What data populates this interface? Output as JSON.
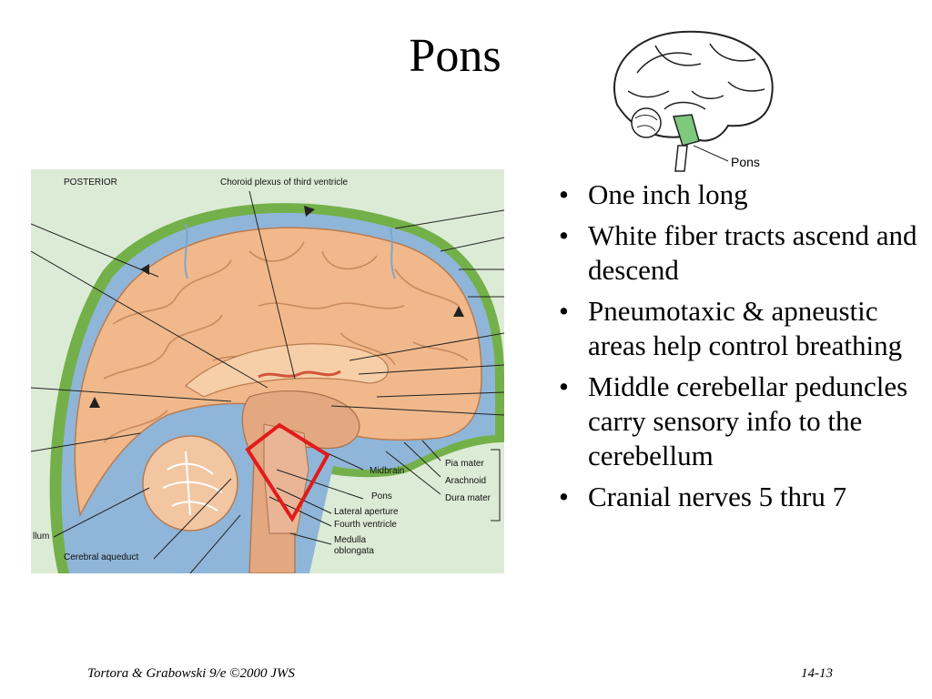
{
  "slide": {
    "title": "Pons",
    "bullets": [
      "One inch long",
      "White fiber tracts ascend and descend",
      "Pneumotaxic & apneustic areas help control breathing",
      "Middle cerebellar peduncles carry sensory info to the cerebellum",
      "Cranial nerves 5 thru 7"
    ],
    "footer_left": "Tortora & Grabowski 9/e ©2000 JWS",
    "footer_right": "14-13"
  },
  "thumbnail": {
    "label": "Pons",
    "highlight_color": "#7fc97f"
  },
  "diagram": {
    "labels": {
      "posterior": "POSTERIOR",
      "choroid": "Choroid plexus of third ventricle",
      "pia_mater": "Pia mater",
      "arachnoid": "Arachnoid",
      "dura_mater": "Dura mater",
      "midbrain": "Midbrain",
      "pons": "Pons",
      "lateral_aperture": "Lateral aperture",
      "fourth_ventricle": "Fourth ventricle",
      "medulla": "Medulla",
      "oblongata": "oblongata",
      "cerebral_aqueduct": "Cerebral aqueduct",
      "cerebellum_partial": "llum"
    },
    "colors": {
      "cortex": "#f1b98b",
      "csf": "#8fb6d8",
      "membrane": "#74b04a",
      "highlight_box": "#e21b1b"
    }
  }
}
